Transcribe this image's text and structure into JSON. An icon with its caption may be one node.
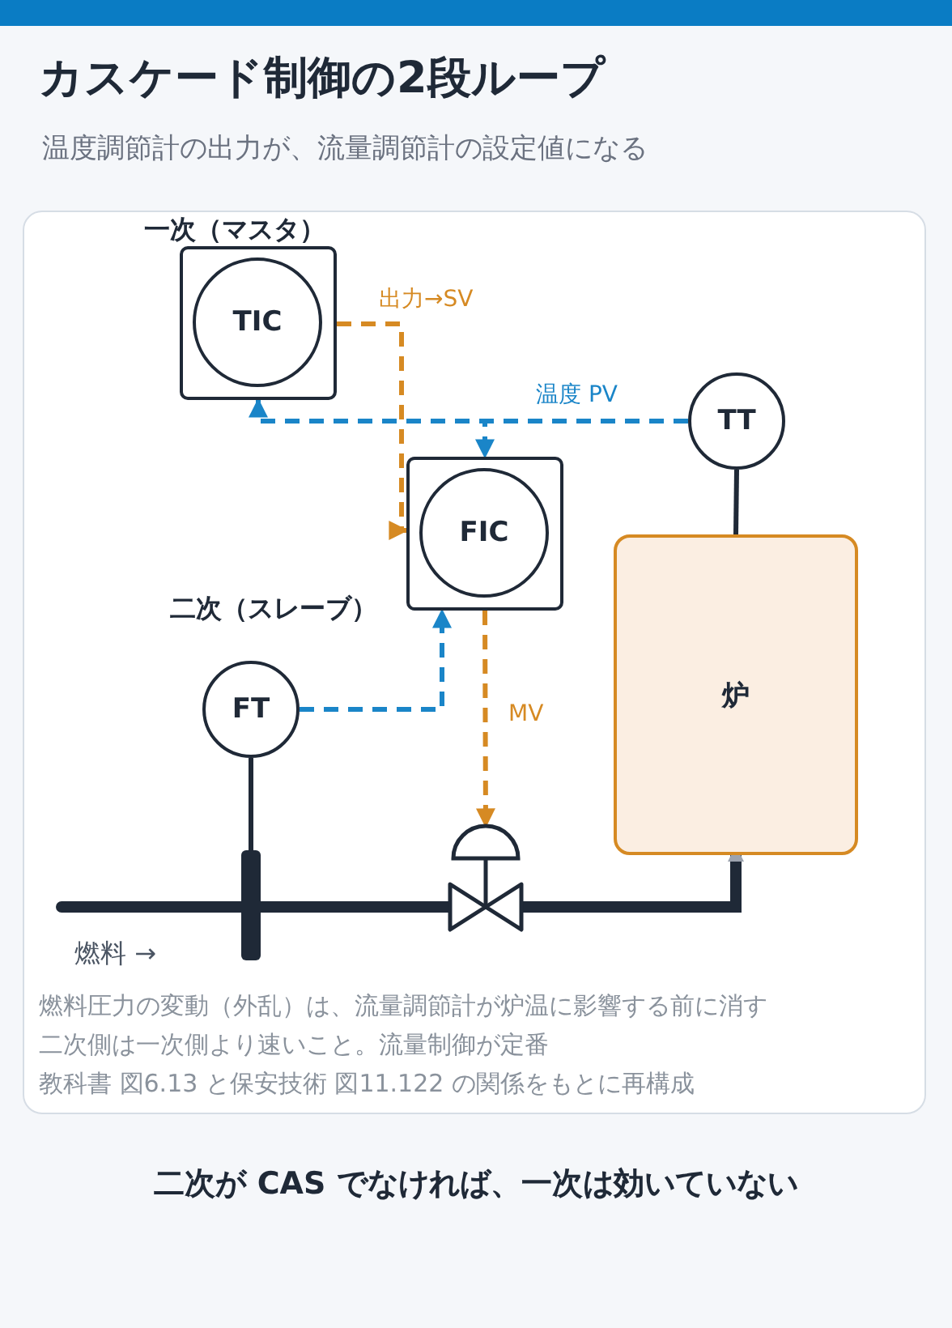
{
  "diagram": {
    "title": "カスケード制御の2段ループ",
    "caption": "二次が CAS でなければ、一次は効いていない",
    "nodes": [
      {
        "text": [
          "一次（マスタ）",
          "TIC"
        ]
      },
      {
        "text": [
          "FIC"
        ]
      },
      {
        "text": [
          "TT"
        ]
      },
      {
        "text": [
          "炉"
        ]
      },
      {
        "text": [
          "二次（スレーブ）",
          "FT"
        ]
      },
      {
        "text": [],
        "shape": "bar"
      },
      {
        "text": [],
        "shape": "valve"
      }
    ],
    "edges": [
      {
        "from": 0,
        "to": 1,
        "arrow": "to",
        "label": "出力→SV",
        "style": "dashed",
        "color": "#d68a23"
      },
      {
        "from": 2,
        "to": 0,
        "arrow": "to",
        "label": "温度 PV",
        "style": "dashed",
        "color": "#1a85c8"
      },
      {
        "from": 2,
        "to": 1,
        "arrow": "to",
        "style": "dashed",
        "color": "#1a85c8"
      },
      {
        "from": 4,
        "to": 1,
        "arrow": "to",
        "style": "dashed",
        "color": "#1a85c8"
      },
      {
        "from": 1,
        "to": 6,
        "arrow": "to",
        "label": "MV",
        "style": "dashed",
        "color": "#d68a23"
      },
      {
        "from": 2,
        "to": 3,
        "arrow": "none"
      },
      {
        "from": 4,
        "to": 5,
        "arrow": "none"
      },
      {
        "from": null,
        "to": 6,
        "arrow": "none",
        "style": "thick"
      },
      {
        "from": 6,
        "to": 3,
        "arrow": "to",
        "style": "thick"
      }
    ],
    "labels": [
      "温度調節計の出力が、流量調節計の設定値になる",
      "燃料 →",
      "燃料圧力の変動（外乱）は、流量調節計が炉温に影響する前に消す",
      "二次側は一次側より速いこと。流量制御が定番",
      "教科書 図6.13 と保安技術 図11.122 の関係をもとに再構成"
    ]
  }
}
